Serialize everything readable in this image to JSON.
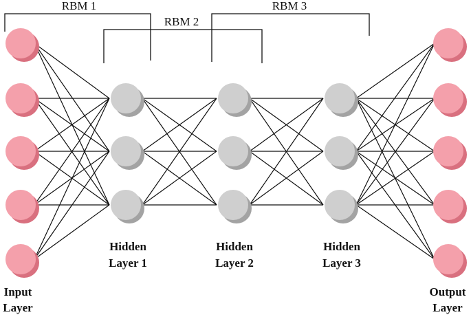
{
  "rbms": [
    {
      "label": "RBM 1"
    },
    {
      "label": "RBM 2"
    },
    {
      "label": "RBM 3"
    }
  ],
  "layers": [
    {
      "id": "input",
      "nodes": 5,
      "color": "#f4a0ab",
      "shadow": "#d9707f",
      "label_lines": [
        "Input",
        "Layer"
      ]
    },
    {
      "id": "hidden-1",
      "nodes": 3,
      "color": "#cfcfcf",
      "shadow": "#a3a3a3",
      "label_lines": [
        "Hidden",
        "Layer 1"
      ]
    },
    {
      "id": "hidden-2",
      "nodes": 3,
      "color": "#cfcfcf",
      "shadow": "#a3a3a3",
      "label_lines": [
        "Hidden",
        "Layer 2"
      ]
    },
    {
      "id": "hidden-3",
      "nodes": 3,
      "color": "#cfcfcf",
      "shadow": "#a3a3a3",
      "label_lines": [
        "Hidden",
        "Layer 3"
      ]
    },
    {
      "id": "output",
      "nodes": 5,
      "color": "#f4a0ab",
      "shadow": "#d9707f",
      "label_lines": [
        "Output",
        "Layer"
      ]
    }
  ]
}
